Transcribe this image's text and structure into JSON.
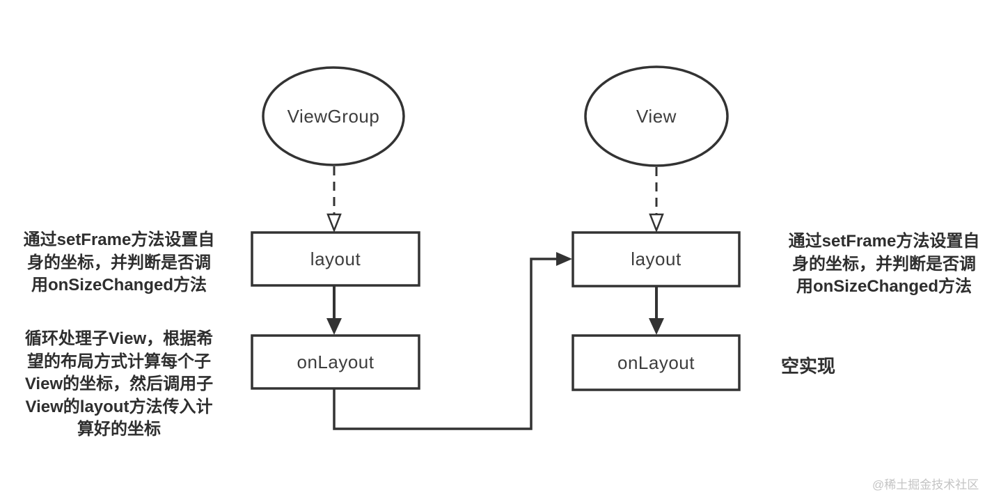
{
  "colors": {
    "line": "#333333",
    "text": "#2e2e2e",
    "node_text": "#3d3d3d",
    "watermark": "#c4c4c4",
    "background": "#ffffff"
  },
  "nodes": {
    "viewgroup": "ViewGroup",
    "view": "View",
    "layout_left": "layout",
    "onlayout_left": "onLayout",
    "layout_right": "layout",
    "onlayout_right": "onLayout"
  },
  "annotations": {
    "left_layout_lines": [
      "通过setFrame方法设置自",
      "身的坐标，并判断是否调",
      "用onSizeChanged方法"
    ],
    "left_onlayout_lines": [
      "循环处理子View，根据希",
      "望的布局方式计算每个子",
      "View的坐标，然后调用子",
      "View的layout方法传入计",
      "算好的坐标"
    ],
    "right_layout_lines": [
      "通过setFrame方法设置自",
      "身的坐标，并判断是否调",
      "用onSizeChanged方法"
    ],
    "right_onlayout": "空实现"
  },
  "watermark": "@稀土掘金技术社区"
}
